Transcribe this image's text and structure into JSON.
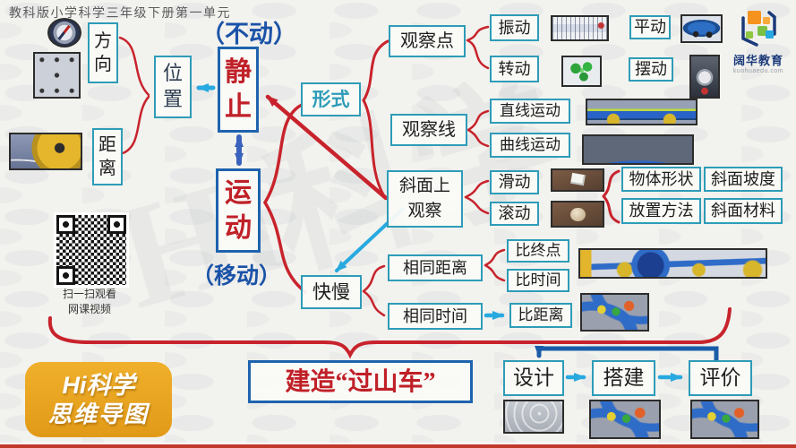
{
  "header": {
    "unit_title": "教科版小学科学三年级下册第一单元"
  },
  "watermark": "Hi科学",
  "logo": {
    "brand": "阔华教育",
    "site": "kuohuaedu.com"
  },
  "qr_caption": {
    "line1": "扫一扫观看",
    "line2": "网课视频"
  },
  "badge": {
    "line1": "Hi科学",
    "line2": "思维导图"
  },
  "nodes": {
    "direction": "方向",
    "position": "位置",
    "distance": "距离",
    "still": "静止",
    "still_note": "（不动）",
    "motion": "运动",
    "motion_note": "（移动）",
    "form": "形式",
    "speed": "快慢",
    "observe_point": "观察点",
    "vibration": "振动",
    "rotation": "转动",
    "translation": "平动",
    "swing": "摆动",
    "observe_line": "观察线",
    "linear_motion": "直线运动",
    "curved_motion": "曲线运动",
    "incline_observe": "斜面上观察",
    "slide": "滑动",
    "roll": "滚动",
    "object_shape": "物体形状",
    "incline_slope": "斜面坡度",
    "placement_method": "放置方法",
    "incline_material": "斜面材料",
    "same_distance": "相同距离",
    "compare_endpoint": "比终点",
    "compare_time": "比时间",
    "same_time": "相同时间",
    "compare_distance": "比距离",
    "build_coaster": "建造“过山车”",
    "design": "设计",
    "construct": "搭建",
    "evaluate": "评价"
  },
  "images": [
    "compass-photo",
    "direction-board-photo",
    "tape-measure-photo",
    "ruler-photo",
    "toy-car-photo",
    "fidget-spinner-photo",
    "pendulum-photo",
    "straight-track-photo",
    "curved-track-photo",
    "cube-on-incline-photo",
    "ball-on-incline-photo",
    "long-ramp-photo",
    "roller-coaster-photo",
    "design-sketch-photo",
    "build-model-photo",
    "evaluate-model-photo",
    "qr-code"
  ],
  "colors": {
    "accent_red": "#C02028",
    "box_teal": "#2E9CB8",
    "box_blue": "#1E63AE",
    "arrow_cyan": "#28A9E0",
    "arrow_blue": "#3A63BD",
    "feedback_navy": "#1A5CA8",
    "badge_orange": "#E9A422"
  }
}
